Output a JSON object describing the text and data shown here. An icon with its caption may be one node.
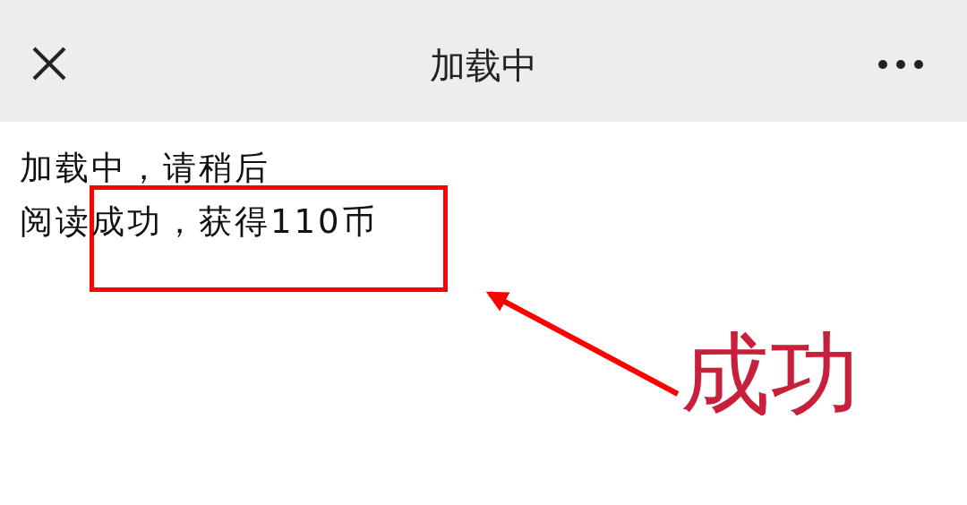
{
  "diagram": {
    "title": "加载中",
    "nodes": [
      {
        "text": [],
        "shape": "box"
      },
      {
        "text": [
          "成功"
        ]
      }
    ],
    "edges": [
      {
        "from": 1,
        "to": 0,
        "arrow": "to",
        "color": "#ff0000"
      }
    ],
    "labels": [
      "加载中，请稍后",
      "阅读成功，获得110币"
    ]
  }
}
